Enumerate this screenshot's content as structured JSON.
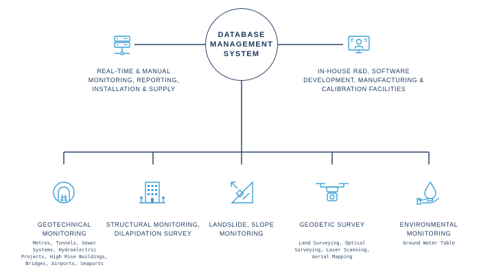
{
  "hub": {
    "label": "DATABASE\nMANAGEMENT\nSYSTEM"
  },
  "left": {
    "icon": "server-icon",
    "title": "REAL-TIME & MANUAL\nMONITORING, REPORTING,\nINSTALLATION & SUPPLY"
  },
  "right": {
    "icon": "engineer-computer-icon",
    "title": "IN-HOUSE R&D, SOFTWARE\nDEVELOPMENT, MANUFACTURING &\nCALIBRATION FACILITIES"
  },
  "branches": [
    {
      "icon": "tunnel-icon",
      "title": "GEOTECHNICAL\nMONITORING",
      "sub": "Metros, Tunnels, Sewer\nSystems, Hydroelectric\nProjects, High Rise Buildings,\nBridges, Airports, Seaports"
    },
    {
      "icon": "building-icon",
      "title": "STRUCTURAL MONITORING,\nDILAPIDATION SURVEY",
      "sub": ""
    },
    {
      "icon": "landslide-slope-icon",
      "title": "LANDSLIDE, SLOPE\nMONITORING",
      "sub": ""
    },
    {
      "icon": "drone-icon",
      "title": "GEODETIC SURVEY",
      "sub": "Land Surveying, Optical\nSurveying, Laser Scanning,\nAerial Mapping"
    },
    {
      "icon": "water-hand-icon",
      "title": "ENVIRONMENTAL\nMONITORING",
      "sub": "Ground Water Table"
    }
  ],
  "colors": {
    "line": "#2a4468",
    "text": "#1f3a60",
    "accent": "#3a9fd6"
  }
}
